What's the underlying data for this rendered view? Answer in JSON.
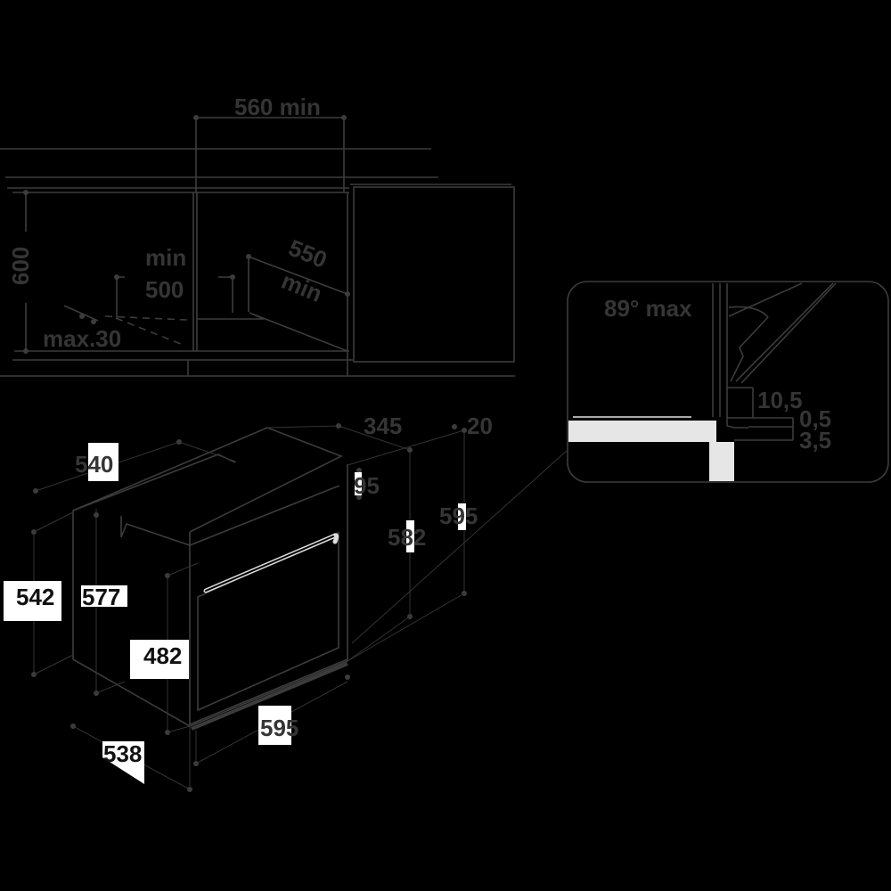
{
  "niche_view": {
    "width_label": "560 min",
    "height_label": "600",
    "min_label": "min",
    "depth_label": "500",
    "depth2_value": "550",
    "depth2_unit": "min",
    "gap_label": "max.30"
  },
  "detail_view": {
    "angle_label": "89° max",
    "dim_a": "10,5",
    "dim_b": "0,5",
    "dim_c": "3,5"
  },
  "oven_view": {
    "depth_total": "540",
    "depth_body": "345",
    "door_thickness": "20",
    "panel_height": "95",
    "body_height": "582",
    "front_height": "595",
    "side_height": "542",
    "niche_height": "577",
    "door_height": "482",
    "front_width": "595",
    "body_width": "538"
  },
  "colors": {
    "background": "#000000",
    "line": "#3c3c3c",
    "label_box": "#ffffff"
  }
}
